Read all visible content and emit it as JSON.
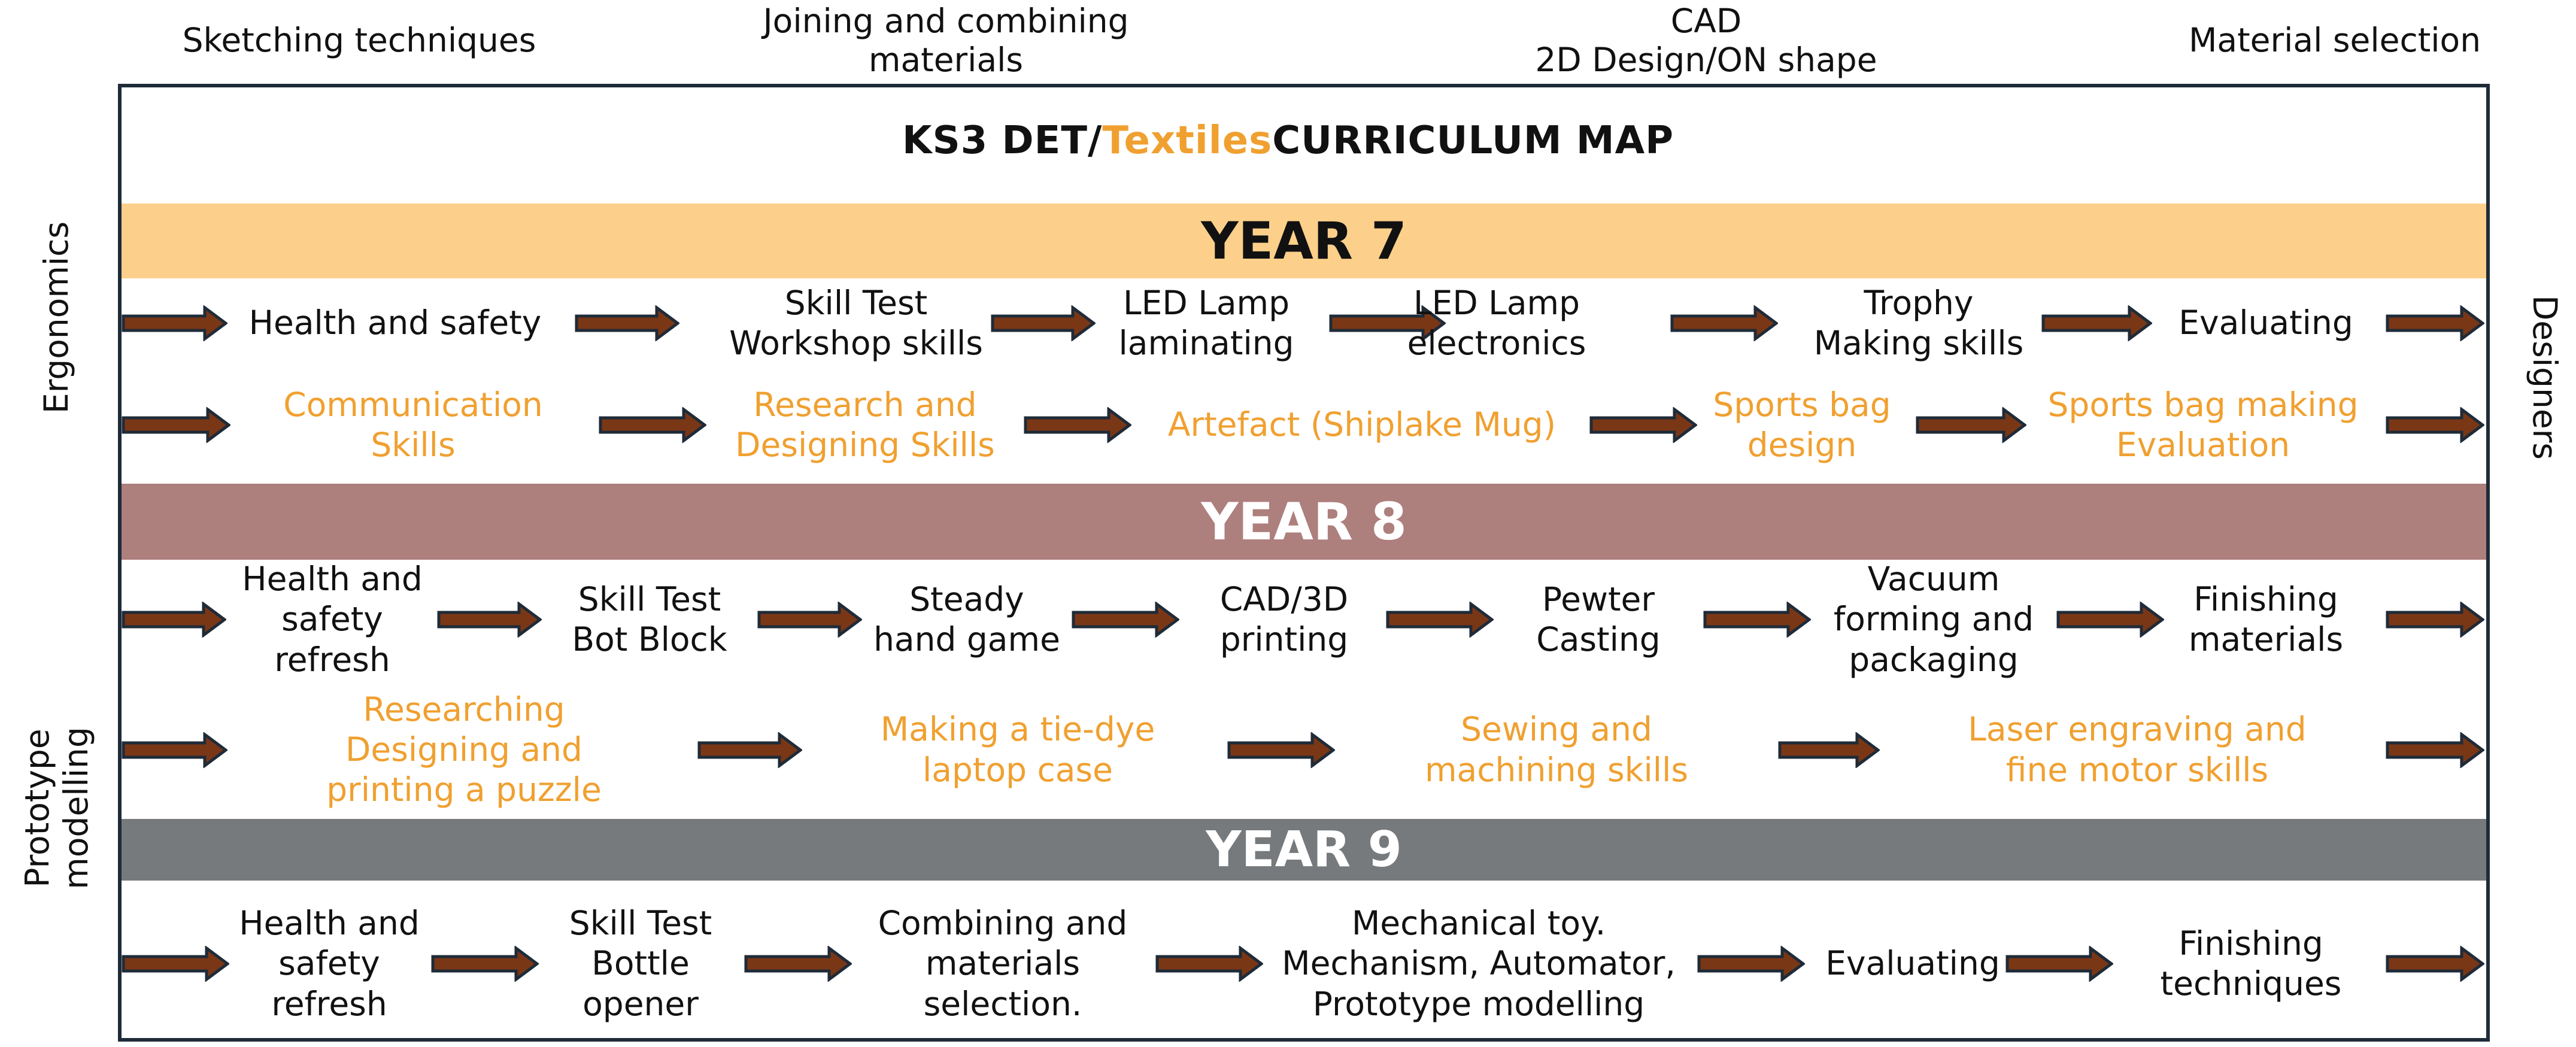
{
  "top_labels": [
    "Sketching techniques",
    "Joining and combining\nmaterials",
    "CAD\n2D Design/ON shape",
    "Material selection"
  ],
  "side_labels": {
    "ergonomics": "Ergonomics",
    "designers": "Designers",
    "prototype": "Prototype\nmodelling"
  },
  "title": {
    "prefix": "KS3 DET/",
    "accent": "Textiles",
    "suffix": " CURRICULUM MAP"
  },
  "colors": {
    "year7_band": "#fcd08a",
    "year8_band": "#ad7f7d",
    "year9_band": "#767a7c",
    "accent": "#f0a030",
    "arrow_fill": "#7a3716",
    "arrow_stroke": "#1f2b38",
    "frame": "#1f2b38"
  },
  "years": [
    {
      "label": "YEAR 7",
      "rows": [
        {
          "style": "black",
          "items": [
            "Health and safety",
            "Skill Test\nWorkshop skills",
            "LED Lamp\nlaminating",
            "LED Lamp\nelectronics",
            "Trophy\nMaking skills",
            "Evaluating"
          ]
        },
        {
          "style": "orange",
          "items": [
            "Communication\nSkills",
            "Research and\nDesigning Skills",
            "Artefact (Shiplake Mug)",
            "Sports bag\ndesign",
            "Sports bag making\nEvaluation"
          ]
        }
      ]
    },
    {
      "label": "YEAR 8",
      "rows": [
        {
          "style": "black",
          "items": [
            "Health and\nsafety\nrefresh",
            "Skill Test\nBot Block",
            "Steady\nhand game",
            "CAD/3D\nprinting",
            "Pewter\nCasting",
            "Vacuum\nforming and\npackaging",
            "Finishing\nmaterials"
          ]
        },
        {
          "style": "orange",
          "items": [
            "Researching\nDesigning and\nprinting a puzzle",
            "Making a tie-dye\nlaptop case",
            "Sewing and\nmachining skills",
            "Laser engraving and\nfine motor skills"
          ]
        }
      ]
    },
    {
      "label": "YEAR 9",
      "rows": [
        {
          "style": "black",
          "items": [
            "Health and\nsafety\nrefresh",
            "Skill Test\nBottle\nopener",
            "Combining and\nmaterials\nselection.",
            "Mechanical toy.\nMechanism, Automator,\nPrototype modelling",
            "Evaluating",
            "Finishing\ntechniques"
          ]
        }
      ]
    }
  ]
}
